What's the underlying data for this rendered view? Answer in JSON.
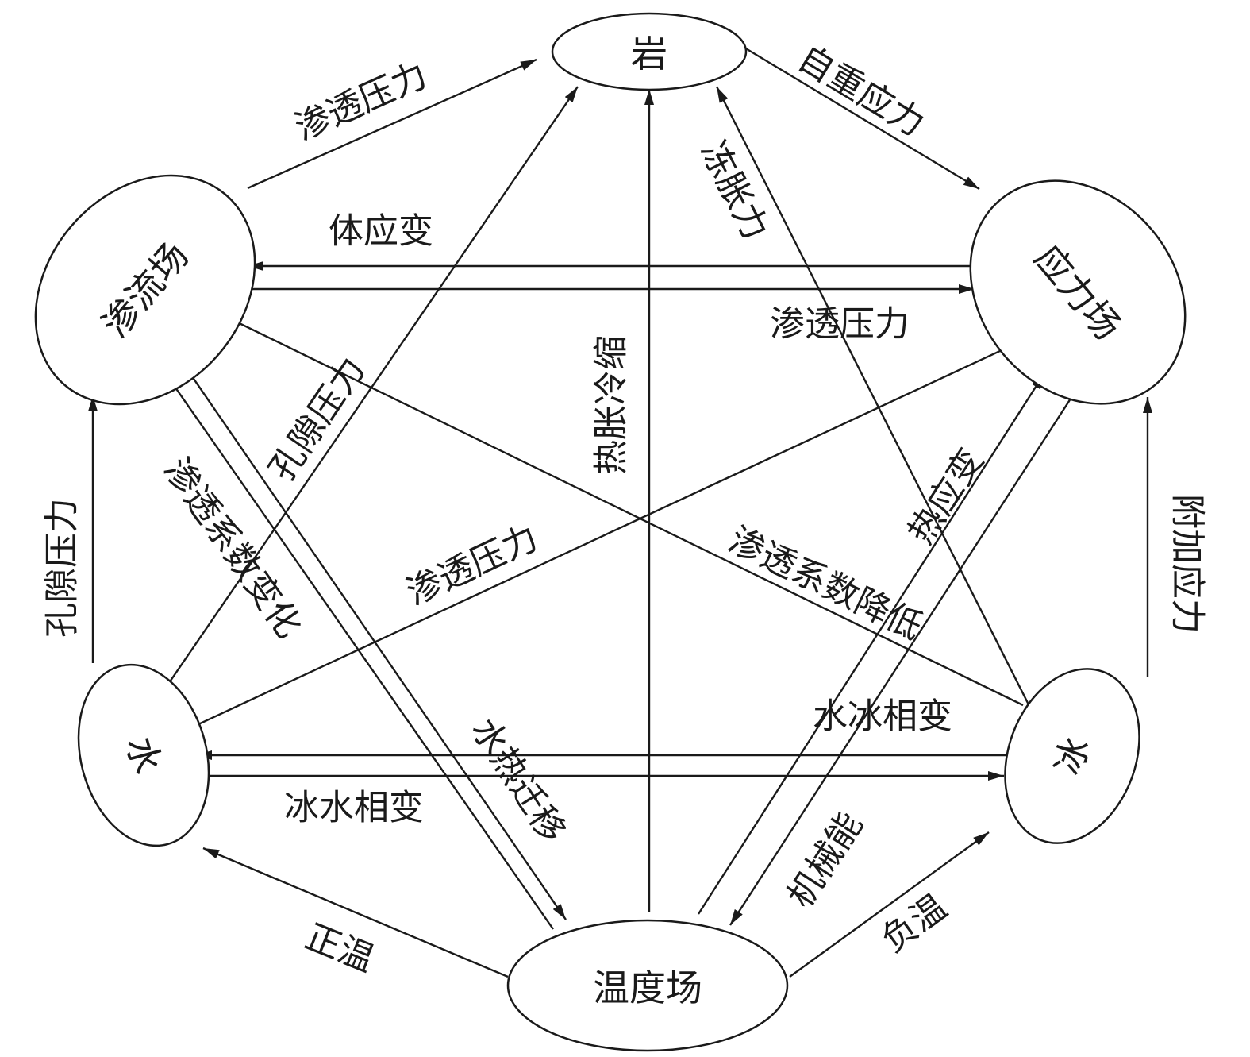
{
  "nodes": {
    "rock": "岩",
    "stress_field": "应力场",
    "seepage_field": "渗流场",
    "water": "水",
    "ice": "冰",
    "temperature_field": "温度场"
  },
  "edges": {
    "self_weight_stress": "自重应力",
    "seepage_pressure_top": "渗透压力",
    "volumetric_strain": "体应变",
    "seepage_pressure_middle": "渗透压力",
    "frost_heave_force": "冻胀力",
    "thermal_expansion_contraction": "热胀冷缩",
    "pore_pressure_diagonal": "孔隙压力",
    "pore_pressure_left": "孔隙压力",
    "permeability_change": "渗透系数变化",
    "seepage_pressure_diagonal": "渗透压力",
    "permeability_decrease": "渗透系数降低",
    "thermal_strain": "热应变",
    "additional_stress": "附加应力",
    "water_ice_phase_change": "水冰相变",
    "ice_water_phase_change": "冰水相变",
    "hydrothermal_migration": "水热迁移",
    "mechanical_energy": "机械能",
    "positive_temperature": "正温",
    "negative_temperature": "负温"
  }
}
